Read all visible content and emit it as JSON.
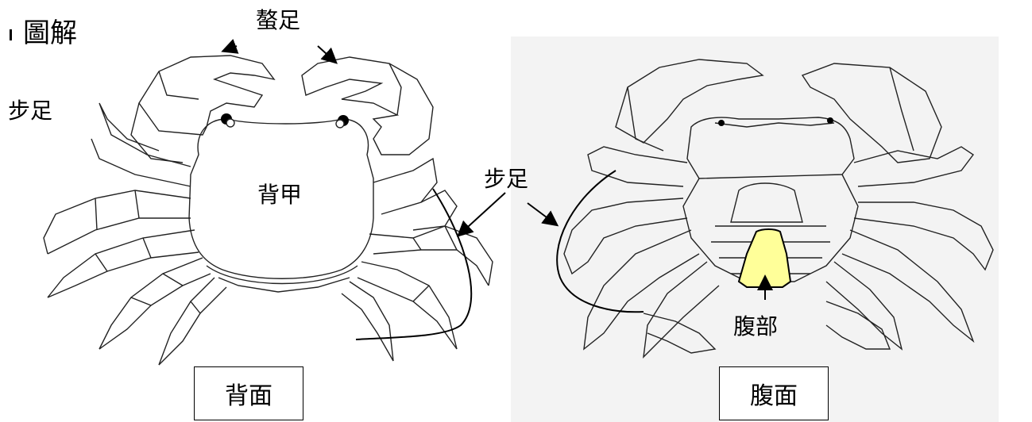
{
  "title": "圖解",
  "labels": {
    "claw": "螯足",
    "walking_leg_left": "步足",
    "walking_leg_mid": "步足",
    "carapace": "背甲",
    "abdomen": "腹部"
  },
  "views": {
    "dorsal": "背面",
    "ventral": "腹面"
  },
  "colors": {
    "abdomen_fill": "#ffff99",
    "outline": "#000000"
  }
}
